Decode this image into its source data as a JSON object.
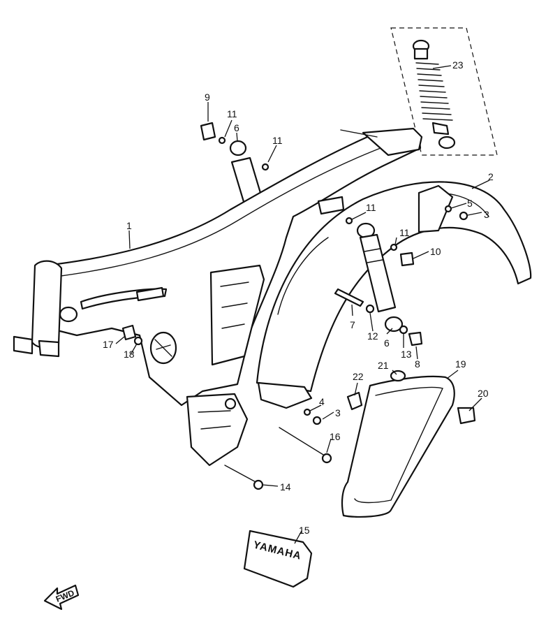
{
  "diagram": {
    "callouts": {
      "c1": "1",
      "c2": "2",
      "c3a": "3",
      "c3b": "3",
      "c4": "4",
      "c5": "5",
      "c6a": "6",
      "c6b": "6",
      "c7": "7",
      "c8": "8",
      "c9": "9",
      "c10": "10",
      "c11a": "11",
      "c11b": "11",
      "c11c": "11",
      "c11d": "11",
      "c12": "12",
      "c13": "13",
      "c14": "14",
      "c15": "15",
      "c16": "16",
      "c17": "17",
      "c18": "18",
      "c19": "19",
      "c20": "20",
      "c21": "21",
      "c22": "22",
      "c23": "23"
    },
    "emblem_text": "YAMAHA",
    "direction_label": "FWD"
  }
}
